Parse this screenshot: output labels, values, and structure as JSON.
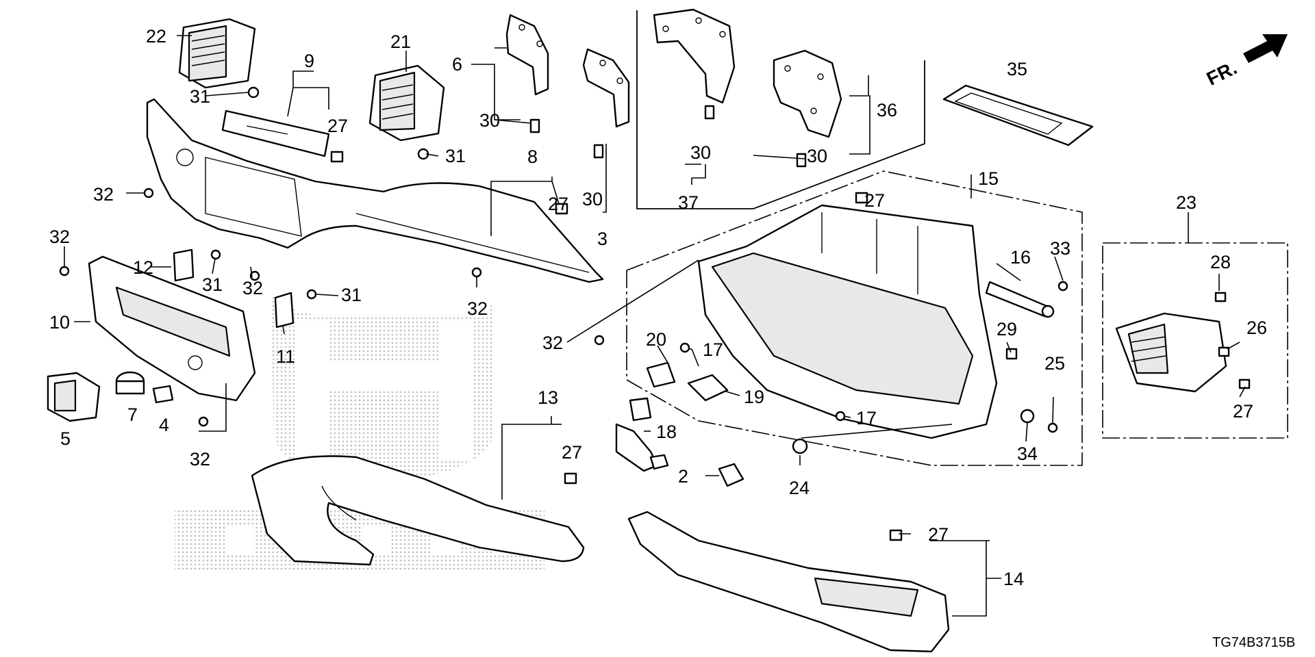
{
  "diagram": {
    "drawing_code": "TG74B3715B",
    "direction_label": "FR.",
    "callouts": {
      "c2": "2",
      "c3": "3",
      "c4": "4",
      "c5": "5",
      "c6": "6",
      "c7": "7",
      "c8": "8",
      "c9": "9",
      "c10": "10",
      "c11": "11",
      "c12": "12",
      "c13": "13",
      "c14": "14",
      "c15": "15",
      "c16": "16",
      "c17a": "17",
      "c17b": "17",
      "c18": "18",
      "c19": "19",
      "c20": "20",
      "c21": "21",
      "c22": "22",
      "c23": "23",
      "c24": "24",
      "c25": "25",
      "c26": "26",
      "c27a": "27",
      "c27b": "27",
      "c27c": "27",
      "c27d": "27",
      "c27e": "27",
      "c27f": "27",
      "c28": "28",
      "c29": "29",
      "c30a": "30",
      "c30b": "30",
      "c30c": "30",
      "c30d": "30",
      "c31a": "31",
      "c31b": "31",
      "c31c": "31",
      "c31d": "31",
      "c32a": "32",
      "c32b": "32",
      "c32c": "32",
      "c32d": "32",
      "c32e": "32",
      "c32f": "32",
      "c33": "33",
      "c34": "34",
      "c35": "35",
      "c36": "36",
      "c37": "37"
    }
  }
}
